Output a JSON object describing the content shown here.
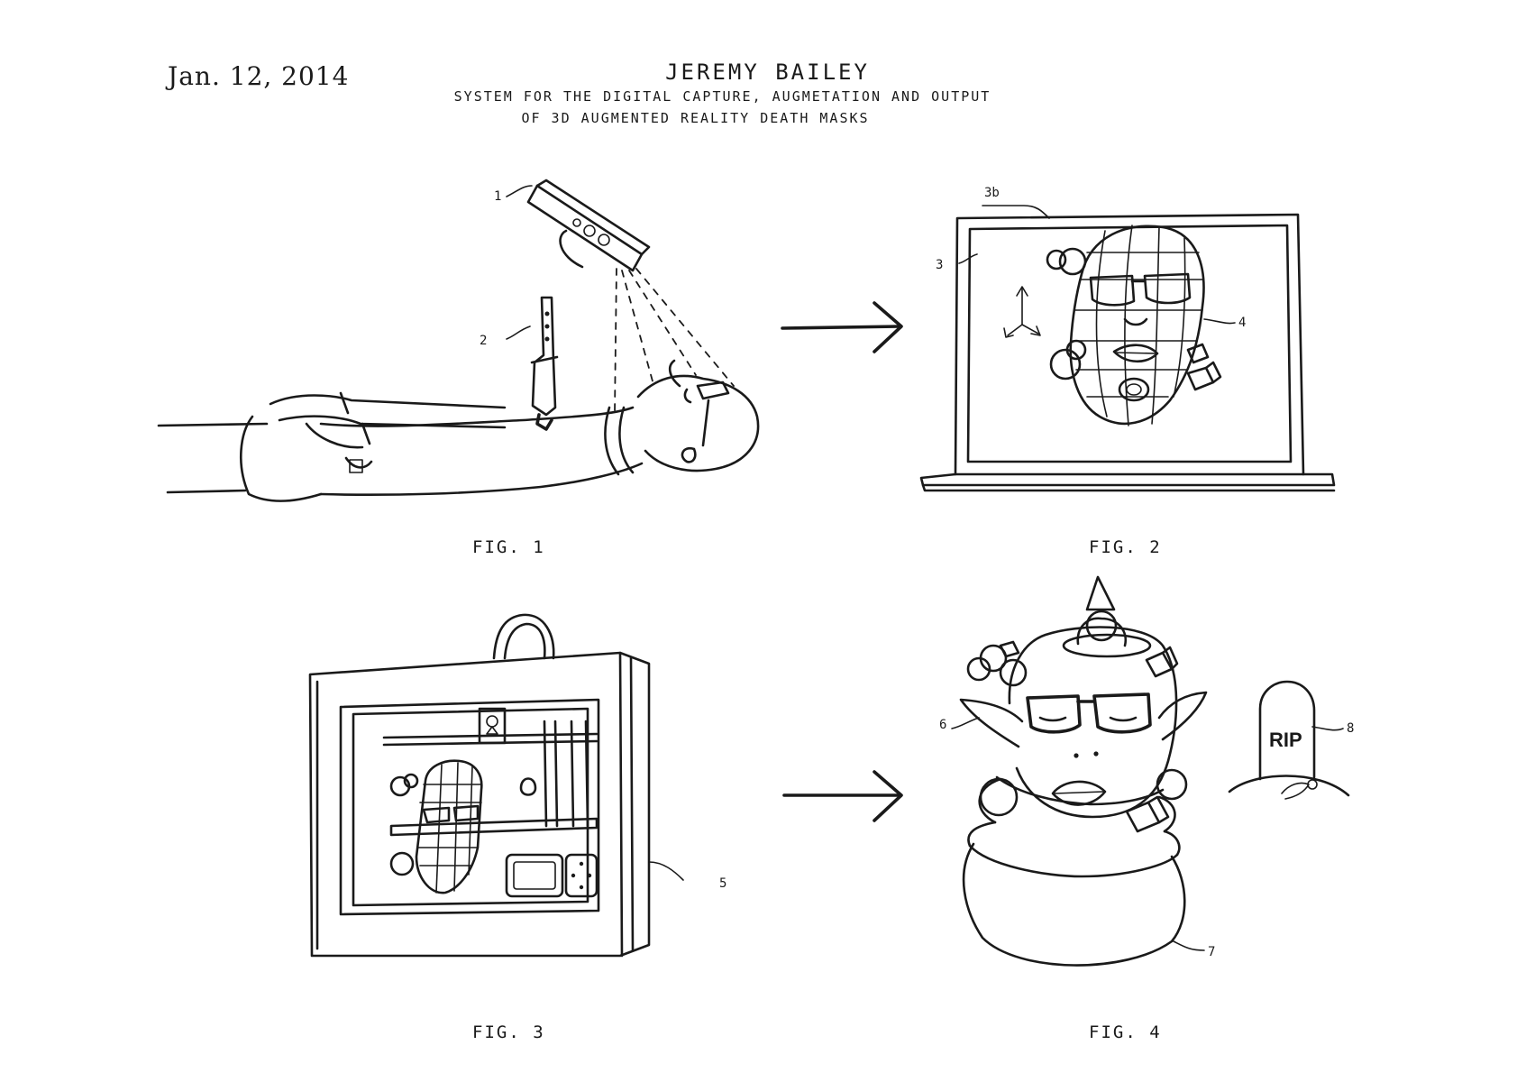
{
  "header": {
    "date": "Jan. 12, 2014",
    "author": "JEREMY BAILEY",
    "title_line1": "SYSTEM FOR THE DIGITAL CAPTURE, AUGMETATION AND OUTPUT",
    "title_line2": "OF 3D AUGMENTED REALITY DEATH MASKS"
  },
  "figures": {
    "fig1": "FIG. 1",
    "fig2": "FIG. 2",
    "fig3": "FIG. 3",
    "fig4": "FIG. 4"
  },
  "references": {
    "r1": "1",
    "r2": "2",
    "r3": "3",
    "r3b": "3b",
    "r4": "4",
    "r5": "5",
    "r6": "6",
    "r7": "7",
    "r8": "8"
  },
  "tombstone_text": "RIP",
  "colors": {
    "ink": "#1a1a1a",
    "paper": "#ffffff"
  }
}
